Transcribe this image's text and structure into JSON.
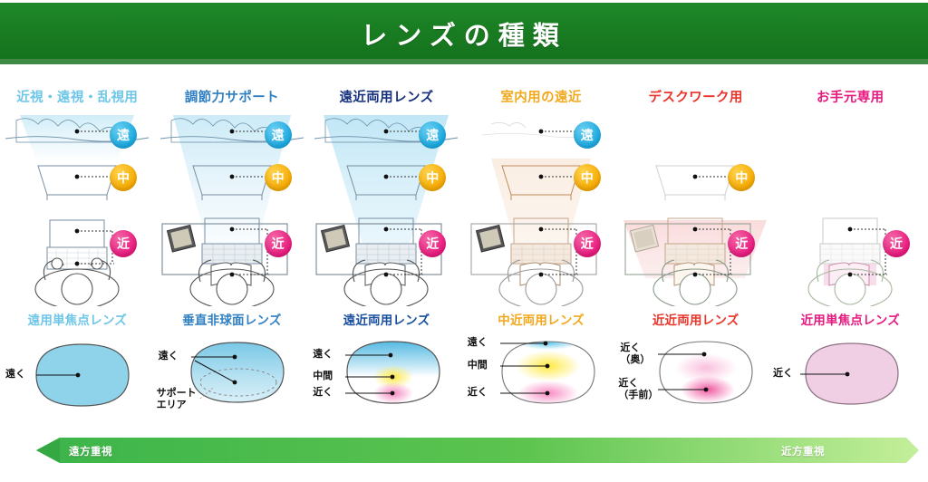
{
  "banner": {
    "title": "レンズの種類"
  },
  "badges": {
    "far": {
      "label": "遠",
      "color": "#1ba9e0"
    },
    "mid": {
      "label": "中",
      "color": "#f5a800"
    },
    "near": {
      "label": "近",
      "color": "#e8187c"
    }
  },
  "bottom_arrow": {
    "left_label": "遠方重視",
    "right_label": "近方重視",
    "color_start": "#3cb44a",
    "color_end": "#b7e986"
  },
  "columns": [
    {
      "header": "近視・遠視・乱視用",
      "header_color": "#6ec6e8",
      "lens_name": "遠用単焦点レンズ",
      "lens_name_color": "#6ec6e8",
      "badges": [
        "far",
        "mid",
        "near"
      ],
      "zone_labels": [
        {
          "text": "遠く",
          "line2": ""
        }
      ],
      "lens_fill": "#8ed3ea",
      "coverage": "far"
    },
    {
      "header": "調節力サポート",
      "header_color": "#2f7fc1",
      "lens_name": "垂直非球面レンズ",
      "lens_name_color": "#2f7fc1",
      "badges": [
        "far",
        "mid",
        "near"
      ],
      "zone_labels": [
        {
          "text": "遠く",
          "line2": ""
        },
        {
          "text": "サポート",
          "line2": "エリア"
        }
      ],
      "lens_fill": "#a8dcf0",
      "coverage": "far-support"
    },
    {
      "header": "遠近両用レンズ",
      "header_color": "#14307e",
      "lens_name": "遠近両用レンズ",
      "lens_name_color": "#1a4fa0",
      "badges": [
        "far",
        "mid",
        "near"
      ],
      "zone_labels": [
        {
          "text": "遠く",
          "line2": ""
        },
        {
          "text": "中間",
          "line2": ""
        },
        {
          "text": "近く",
          "line2": ""
        }
      ],
      "lens_fill": "gradient-3zone",
      "coverage": "far-mid-near"
    },
    {
      "header": "室内用の遠近",
      "header_color": "#f2a81d",
      "lens_name": "中近両用レンズ",
      "lens_name_color": "#f2a81d",
      "badges": [
        "far",
        "mid",
        "near"
      ],
      "zone_labels": [
        {
          "text": "遠く",
          "line2": ""
        },
        {
          "text": "中間",
          "line2": ""
        },
        {
          "text": "近く",
          "line2": ""
        }
      ],
      "lens_fill": "gradient-indoor",
      "coverage": "mid-near"
    },
    {
      "header": "デスクワーク用",
      "header_color": "#e8342a",
      "lens_name": "近近両用レンズ",
      "lens_name_color": "#e8342a",
      "badges": [
        "mid",
        "near"
      ],
      "zone_labels": [
        {
          "text": "近く",
          "line2": "（奥）"
        },
        {
          "text": "近く",
          "line2": "（手前）"
        }
      ],
      "lens_fill": "gradient-pink",
      "coverage": "desk"
    },
    {
      "header": "お手元専用",
      "header_color": "#e6197f",
      "lens_name": "近用単焦点レンズ",
      "lens_name_color": "#e6197f",
      "badges": [
        "near"
      ],
      "zone_labels": [
        {
          "text": "近く",
          "line2": ""
        }
      ],
      "lens_fill": "#f0cfe4",
      "coverage": "near"
    }
  ]
}
